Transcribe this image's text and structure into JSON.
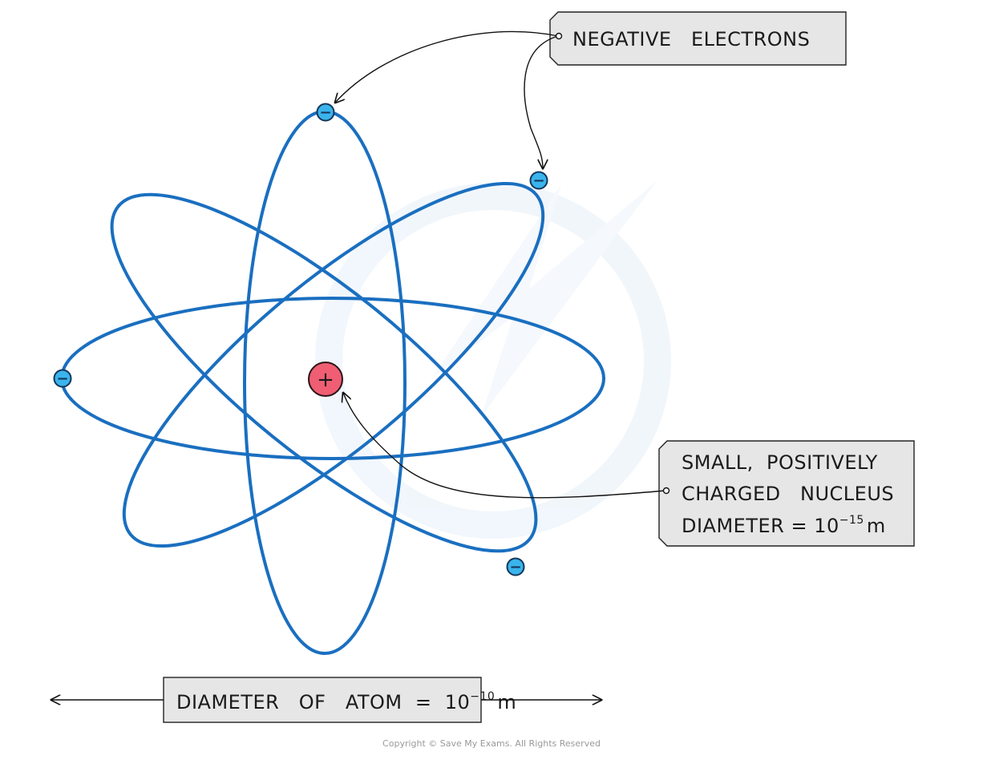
{
  "labels": {
    "electrons": "NEGATIVE   ELECTRONS",
    "nucleus_line1": "SMALL,  POSITIVELY",
    "nucleus_line2": "CHARGED   NUCLEUS",
    "nucleus_line3_prefix": "DIAMETER = 10",
    "nucleus_exponent": "−15",
    "nucleus_unit": "m",
    "atom_prefix": "DIAMETER   OF   ATOM  =  10",
    "atom_exponent": "−10",
    "atom_unit": "m"
  },
  "symbols": {
    "electron": "−",
    "nucleus": "+"
  },
  "copyright": "Copyright © Save My Exams. All Rights Reserved",
  "colors": {
    "orbit": "#1a6fc0",
    "electron_fill": "#3ab4ec",
    "nucleus_fill": "#ef5e72",
    "label_box": "#e6e6e6",
    "watermark": "#e9f2fa"
  }
}
